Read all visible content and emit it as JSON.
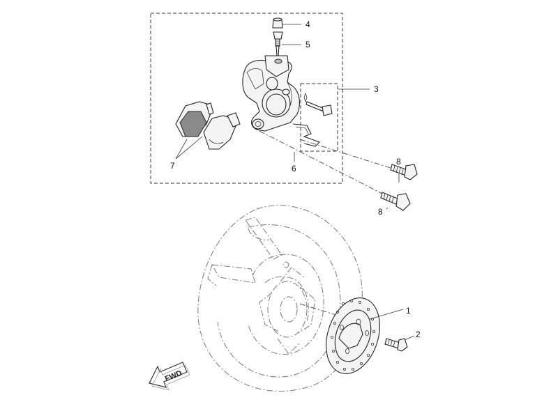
{
  "callouts": {
    "c1": "1",
    "c2": "2",
    "c3": "3",
    "c4": "4",
    "c5": "5",
    "c6": "6",
    "c7": "7",
    "c8a": "8",
    "c8b": "8"
  },
  "fwd_label": "FWD"
}
